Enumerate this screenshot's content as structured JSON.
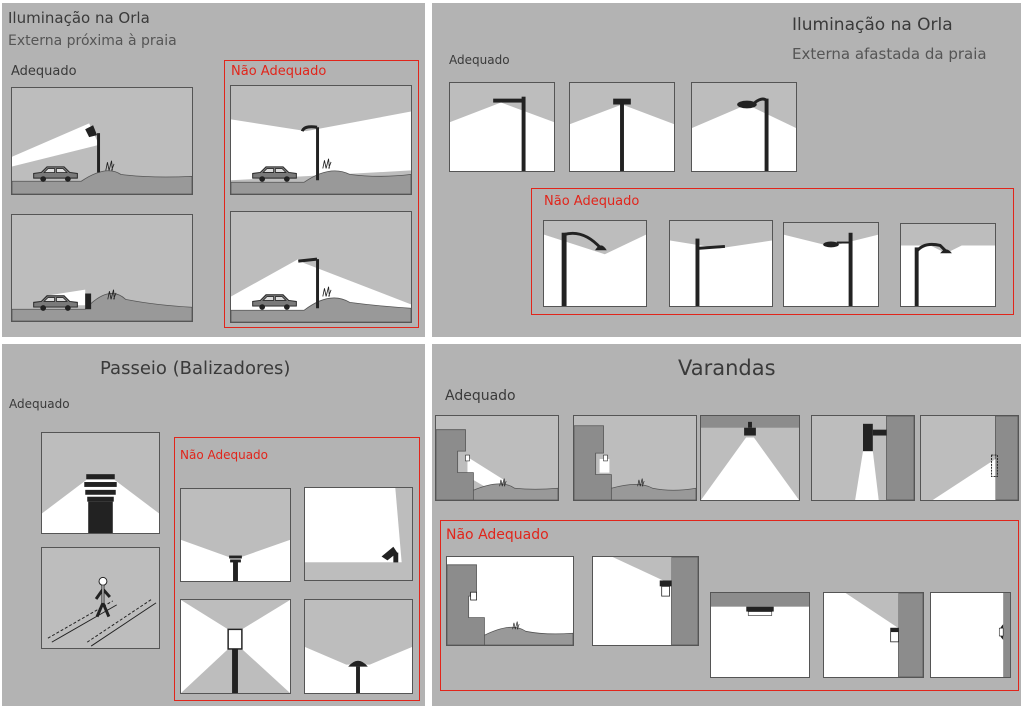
{
  "panels": {
    "orla_near": {
      "title": "Iluminação na Orla",
      "subtitle": "Externa próxima à praia",
      "ok_label": "Adequado",
      "bad_label": "Não Adequado"
    },
    "orla_far": {
      "title": "Iluminação na Orla",
      "subtitle": "Externa afastada da praia",
      "ok_label": "Adequado",
      "bad_label": "Não Adequado"
    },
    "passeio": {
      "title": "Passeio (Balizadores)",
      "ok_label": "Adequado",
      "bad_label": "Não Adequado"
    },
    "varandas": {
      "title": "Varandas",
      "ok_label": "Adequado",
      "bad_label": "Não Adequado"
    }
  },
  "colors": {
    "panel_bg": "#b3b3b3",
    "light": "#ffffff",
    "sky": "#bdbdbd",
    "ground": "#999999",
    "pole": "#222222",
    "wall": "#8c8c8c",
    "highlight_border": "#e1251b"
  }
}
